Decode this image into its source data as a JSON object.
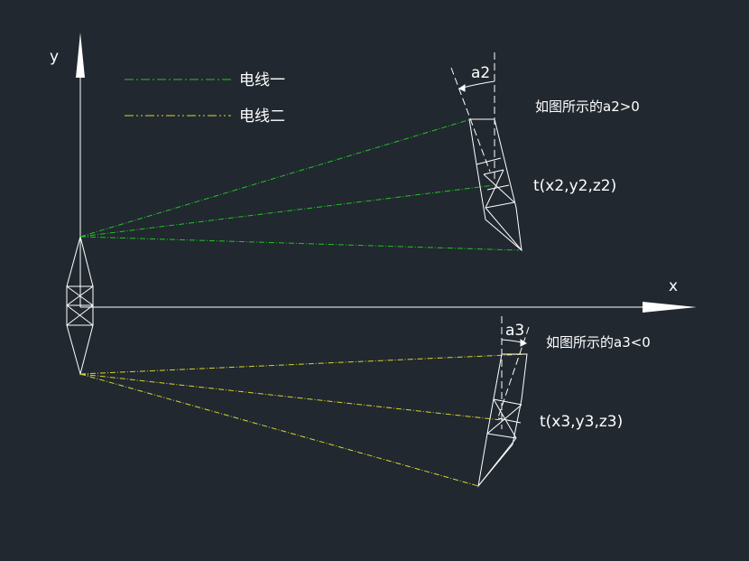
{
  "axes": {
    "x_label": "x",
    "y_label": "y"
  },
  "legend": {
    "items": [
      {
        "label": "电线一",
        "color": "#22c322"
      },
      {
        "label": "电线二",
        "color": "#d6d62a"
      }
    ]
  },
  "tower_top": {
    "angle_label": "a2",
    "note": "如图所示的a2>0",
    "point_label": "t(x2,y2,z2)"
  },
  "tower_bottom": {
    "angle_label": "a3",
    "note": "如图所示的a3<0",
    "point_label": "t(x3,y3,z3)"
  },
  "colors": {
    "background": "#212830",
    "structure": "#ffffff",
    "wire_one": "#22c322",
    "wire_two": "#d6d62a"
  }
}
